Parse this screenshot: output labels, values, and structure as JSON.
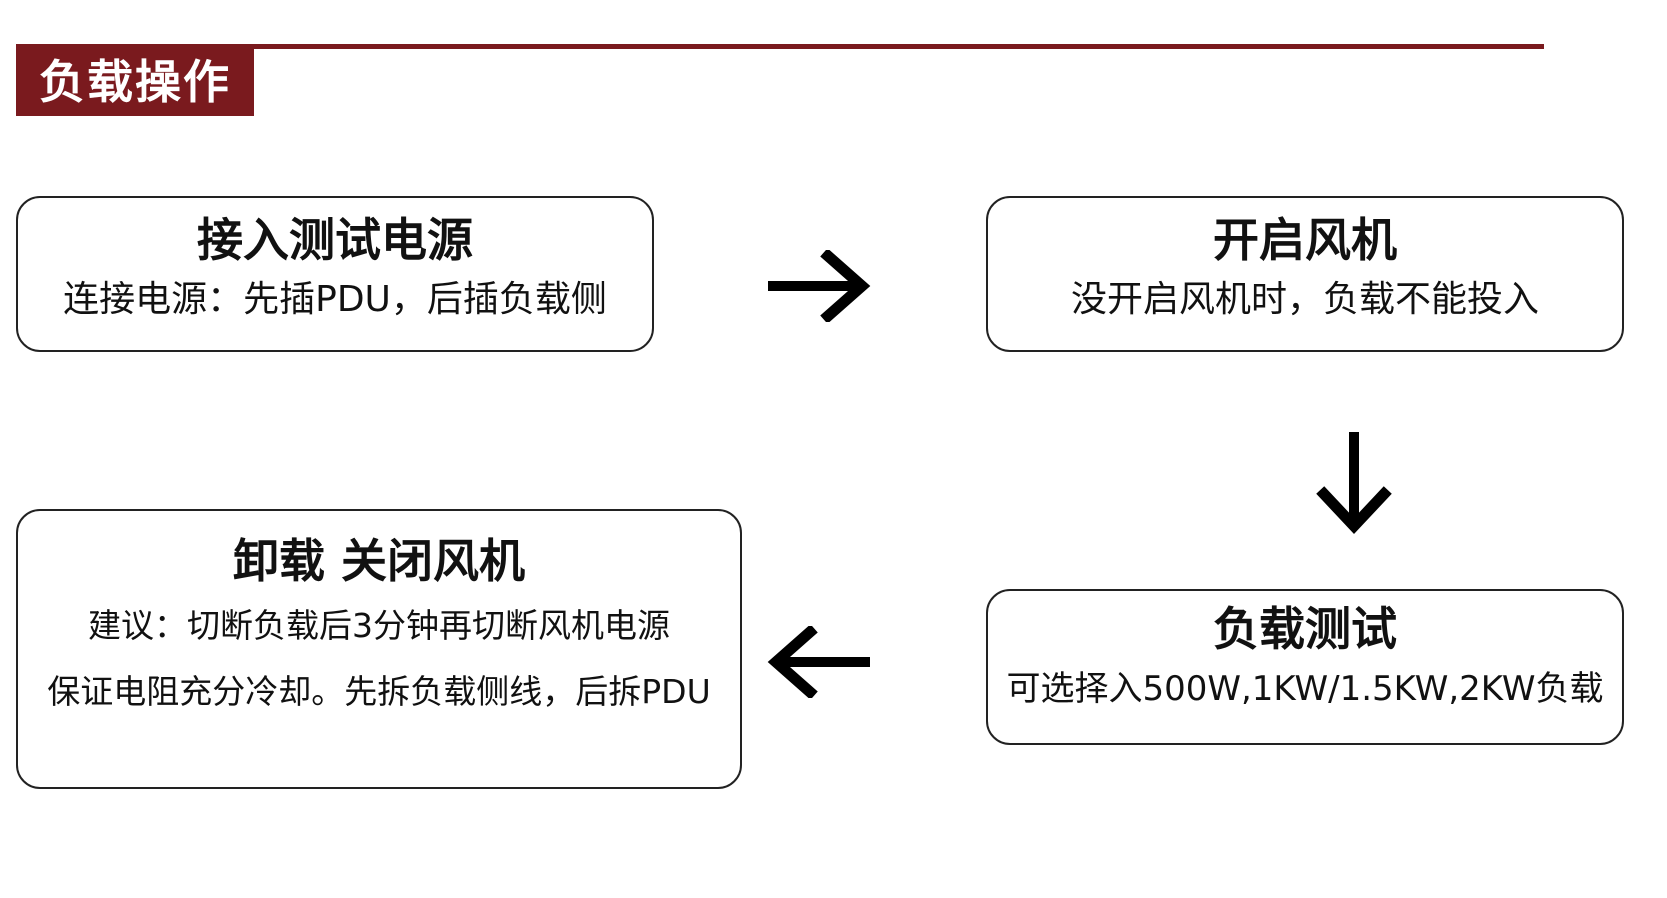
{
  "section": {
    "title": "负载操作"
  },
  "colors": {
    "accent": "#7a1a1e",
    "text": "#111111",
    "border": "#222222"
  },
  "steps": [
    {
      "title": "接入测试电源",
      "desc": "连接电源：先插PDU，后插负载侧"
    },
    {
      "title": "开启风机",
      "desc": "没开启风机时，负载不能投入"
    },
    {
      "title": "负载测试",
      "desc": "可选择入500W,1KW/1.5KW,2KW负载"
    },
    {
      "title": "卸载 关闭风机",
      "desc": "建议：切断负载后3分钟再切断风机电源",
      "desc2": "保证电阻充分冷却。先拆负载侧线，后拆PDU"
    }
  ],
  "arrows": [
    {
      "from": 1,
      "to": 2,
      "icon": "arrow-right-icon"
    },
    {
      "from": 2,
      "to": 3,
      "icon": "arrow-down-icon"
    },
    {
      "from": 3,
      "to": 4,
      "icon": "arrow-left-icon"
    }
  ]
}
